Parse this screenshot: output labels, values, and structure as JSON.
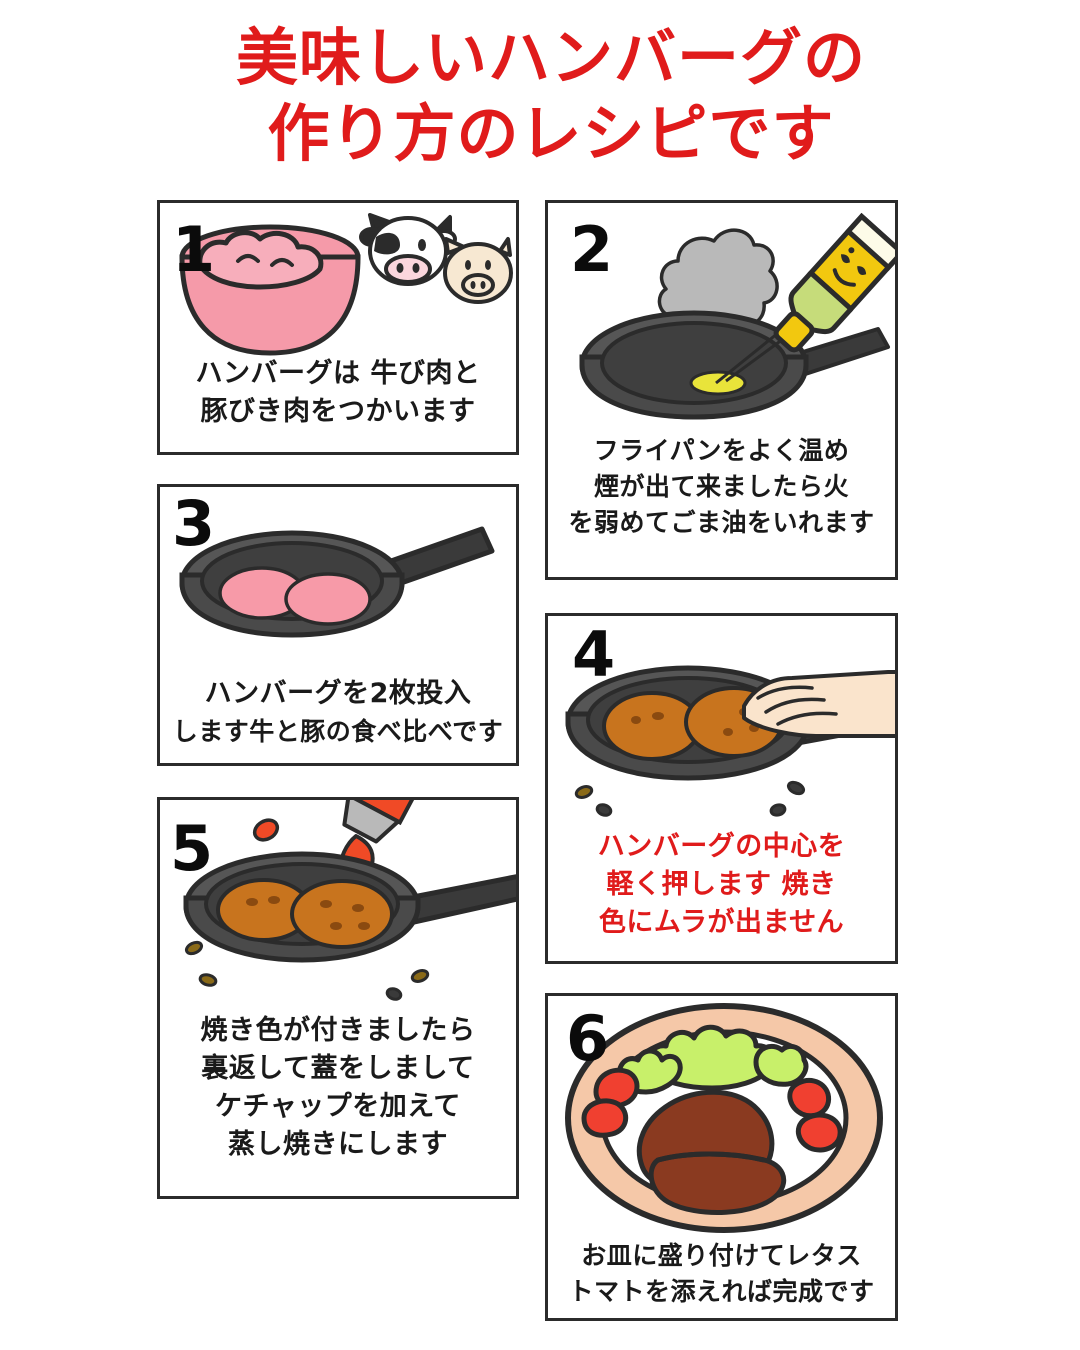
{
  "title": {
    "line1": "美味しいハンバーグの",
    "line2": "作り方のレシピです",
    "color": "#e01b1b"
  },
  "colors": {
    "title_red": "#e01b1b",
    "caption_black": "#1a1a1a",
    "panel_border": "#2b2b2b",
    "background": "#ffffff",
    "meat_pink": "#f7aebb",
    "bowl_pink": "#f59aa9",
    "pan_gray": "#4a4a4a",
    "pan_inner": "#3a3a3a",
    "smoke_gray": "#b5b5b5",
    "oil_yellow": "#f2c80f",
    "oil_green": "#c6dc7a",
    "patty_brown": "#c8741e",
    "patty_dark": "#a8591a",
    "hand_cream": "#fae4cc",
    "ketchup_red": "#f04a26",
    "plate_peach": "#f5c8a8",
    "lettuce_green": "#c8f06a",
    "tomato_red": "#f04030",
    "steak_brown": "#8a3a20",
    "cow_black": "#2b2b2b",
    "pig_cream": "#f7e8d2"
  },
  "panels": [
    {
      "number": "1",
      "icon": "mixing-bowl-with-ground-meat-cow-pig",
      "caption_lines": [
        "ハンバーグは 牛び肉と",
        "豚びき肉をつかいます"
      ],
      "caption_color": "black"
    },
    {
      "number": "2",
      "icon": "smoking-frying-pan-with-sesame-oil-bottle",
      "caption_lines": [
        "フライパンをよく温め",
        "煙が出て来ましたら火",
        "を弱めてごま油をいれます"
      ],
      "caption_color": "black"
    },
    {
      "number": "3",
      "icon": "frying-pan-with-two-raw-patties",
      "caption_lines": [
        "ハンバーグを2枚投入",
        "します牛と豚の食べ比べです"
      ],
      "caption_color": "black"
    },
    {
      "number": "4",
      "icon": "hand-pressing-patties-in-pan",
      "caption_lines": [
        "ハンバーグの中心を",
        "軽く押します 焼き",
        "色にムラが出ません"
      ],
      "caption_color": "red"
    },
    {
      "number": "5",
      "icon": "ketchup-bottle-squeezing-into-pan",
      "caption_lines": [
        "焼き色が付きましたら",
        "裏返して蓋をしまして",
        "ケチャップを加えて",
        "蒸し焼きにします"
      ],
      "caption_color": "black"
    },
    {
      "number": "6",
      "icon": "finished-plate-with-lettuce-tomato-hamburg",
      "caption_lines": [
        "お皿に盛り付けてレタス",
        "トマトを添えれば完成です"
      ],
      "caption_color": "black"
    }
  ]
}
